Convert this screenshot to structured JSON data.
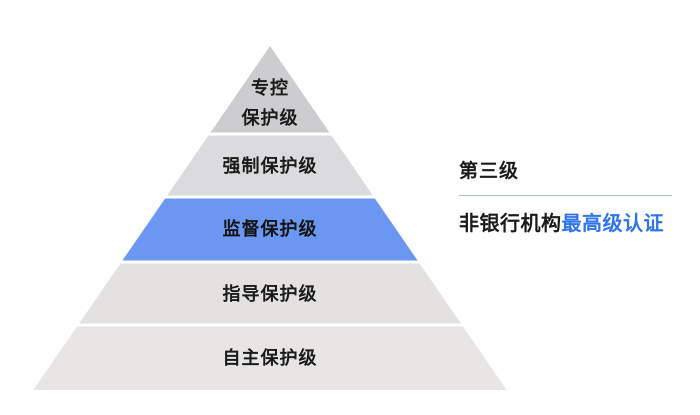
{
  "diagram_title": "",
  "pyramid": {
    "levels": [
      {
        "position": "top",
        "line1": "专控",
        "line2": "保护级",
        "color": "#cdcdcf",
        "text_color": "#1b1b1b",
        "highlighted": false
      },
      {
        "position": "second",
        "label": "强制保护级",
        "color": "#dbdbdd",
        "text_color": "#1b1b1b",
        "highlighted": false
      },
      {
        "position": "middle",
        "label": "监督保护级",
        "color": "#6b97f3",
        "text_color": "#141414",
        "highlighted": true
      },
      {
        "position": "fourth",
        "label": "指导保护级",
        "color": "#e3e2e0",
        "text_color": "#1b1b1b",
        "highlighted": false
      },
      {
        "position": "bottom",
        "label": "自主保护级",
        "color": "#e7e6e4",
        "text_color": "#1b1b1b",
        "highlighted": false
      }
    ]
  },
  "annotation": {
    "level_label": "第三级",
    "description_prefix": "非银行机构",
    "description_highlight": "最高级认证",
    "highlight_color": "#2e75ee",
    "divider_color": "#a8c0d6",
    "text_color": "#1b1b1b"
  }
}
